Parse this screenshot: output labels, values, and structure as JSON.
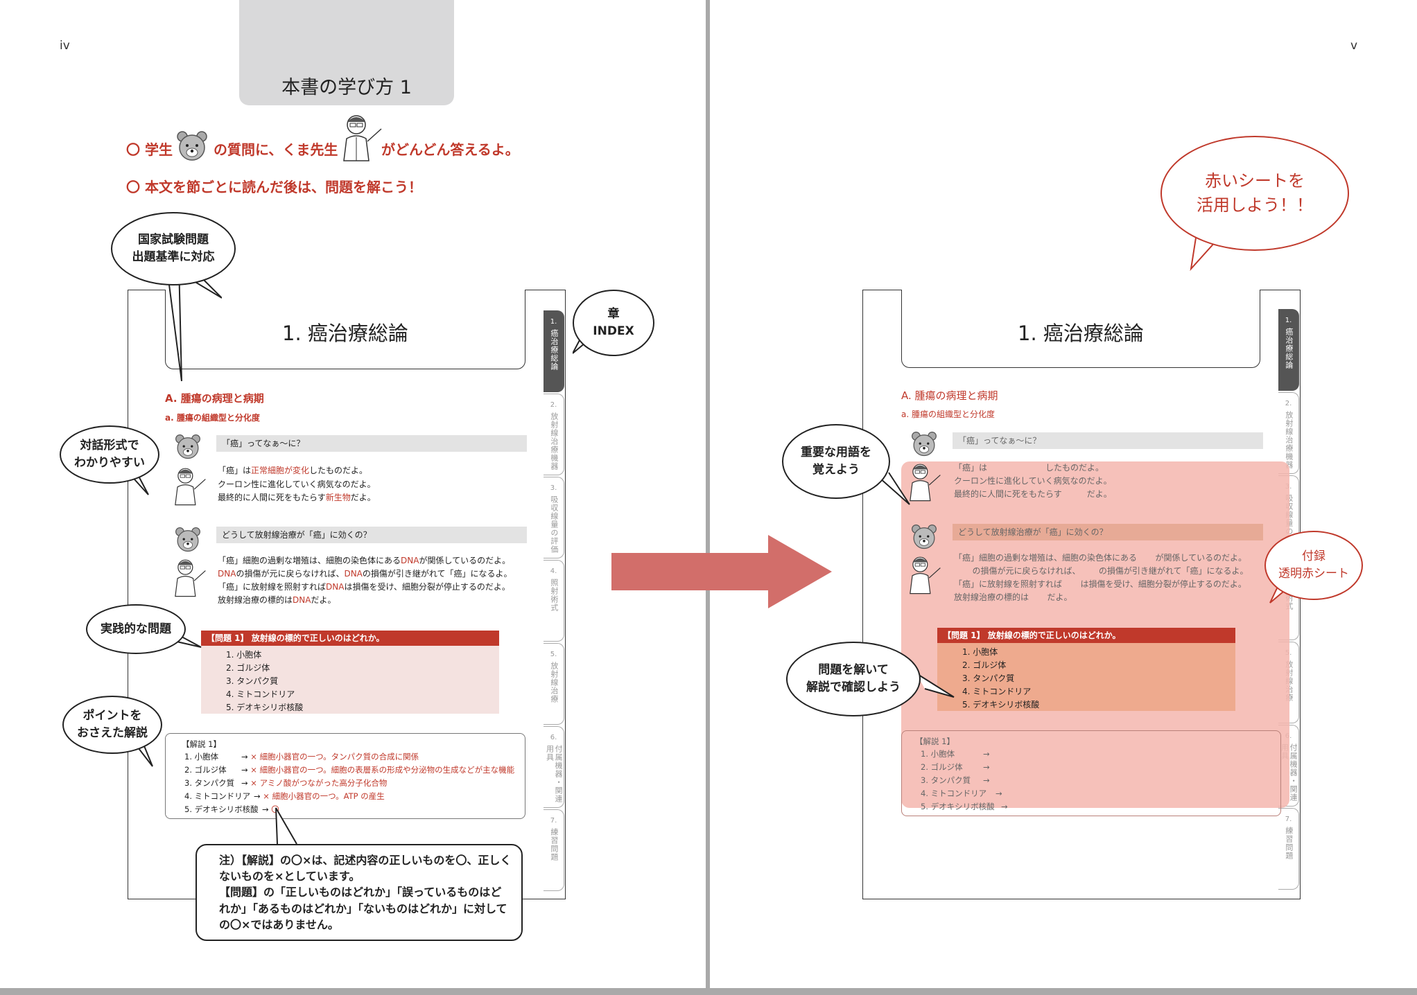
{
  "left_page": {
    "page_number": "iv",
    "title": "本書の学び方 1",
    "intro1_a": "〇 学生",
    "intro1_b": "の質問に、くま先生",
    "intro1_c": "がどんどん答えるよ。",
    "intro2": "〇 本文を節ごとに読んだ後は、問題を解こう！",
    "bubble_exam": [
      "国家試験問題",
      "出題基準に対応"
    ],
    "bubble_index": [
      "章",
      "INDEX"
    ],
    "bubble_dialog": [
      "対話形式で",
      "わかりやすい"
    ],
    "bubble_practice": "実践的な問題",
    "bubble_point": [
      "ポイントを",
      "おさえた解説"
    ],
    "note": [
      "注）【解説】の〇×は、記述内容の正しいものを〇、正しくないものを×としています。",
      "【問題】の「正しいものはどれか」「誤っているものはどれか」「あるものはどれか」「ないものはどれか」に対しての〇×ではありません。"
    ]
  },
  "right_page": {
    "page_number": "v",
    "bubble_redsheet": [
      "赤いシートを",
      "活用しよう！！"
    ],
    "bubble_terms": [
      "重要な用語を",
      "覚えよう"
    ],
    "bubble_solve": [
      "問題を解いて",
      "解説で確認しよう"
    ],
    "bubble_appendix": [
      "付録",
      "透明赤シート"
    ]
  },
  "sample": {
    "chapter_title": "1.  癌治療総論",
    "section_a": "A.  腫瘍の病理と病期",
    "section_b": "a.  腫瘍の組織型と分化度",
    "q1": "「癌」ってなぁ～に？",
    "a1_l1_pre": "「癌」は",
    "a1_l1_red": "正常細胞が変化",
    "a1_l1_post": "したものだよ。",
    "a1_l2": "クーロン性に進化していく病気なのだよ。",
    "a1_l3_pre": "最終的に人間に死をもたらす",
    "a1_l3_red": "新生物",
    "a1_l3_post": "だよ。",
    "q2": "どうして放射線治療が「癌」に効くの？",
    "a2_l1_pre": "「癌」細胞の過剰な増殖は、細胞の染色体にある",
    "a2_l1_red": "DNA",
    "a2_l1_post": "が関係しているのだよ。",
    "a2_l2_red1": "DNA",
    "a2_l2_mid": "の損傷が元に戻らなければ、",
    "a2_l2_red2": "DNA",
    "a2_l2_post": "の損傷が引き継がれて「癌」になるよ。",
    "a2_l3_pre": "「癌」に放射線を照射すれば",
    "a2_l3_red": "DNA",
    "a2_l3_post": "は損傷を受け、細胞分裂が停止するのだよ。",
    "a2_l4_pre": "放射線治療の標的は",
    "a2_l4_red": "DNA",
    "a2_l4_post": "だよ。",
    "problem_title": "【問題 1】 放射線の標的で正しいのはどれか。",
    "options": [
      "1.  小胞体",
      "2.  ゴルジ体",
      "3.  タンパク質",
      "4.  ミトコンドリア",
      "5.  デオキシリボ核酸"
    ],
    "kaisetsu_title": "【解説 1】",
    "k_items": [
      "1. 小胞体",
      "2. ゴルジ体",
      "3. タンパク質",
      "4. ミトコンドリア",
      "5. デオキシリボ核酸"
    ],
    "k_arrow": "→",
    "k_reasons": [
      "× 細胞小器官の一つ。タンパク質の合成に関係",
      "× 細胞小器官の一つ。細胞の表層系の形成や分泌物の生成などが主な機能",
      "× アミノ酸がつながった高分子化合物",
      "× 細胞小器官の一つ。ATP の産生",
      "〇"
    ],
    "tabs": [
      {
        "num": "1.",
        "label": "癌治療総論"
      },
      {
        "num": "2.",
        "label": "放射線治療機器"
      },
      {
        "num": "3.",
        "label": "吸収線量の評価"
      },
      {
        "num": "4.",
        "label": "照射術式"
      },
      {
        "num": "5.",
        "label": "放射線治療"
      },
      {
        "num": "6.",
        "label": "付属機器・関連用具"
      },
      {
        "num": "7.",
        "label": "練習問題"
      }
    ]
  },
  "colors": {
    "accent_red": "#c0392b",
    "arrow": "#d26e6a",
    "sheet": "#f5b6ae"
  }
}
